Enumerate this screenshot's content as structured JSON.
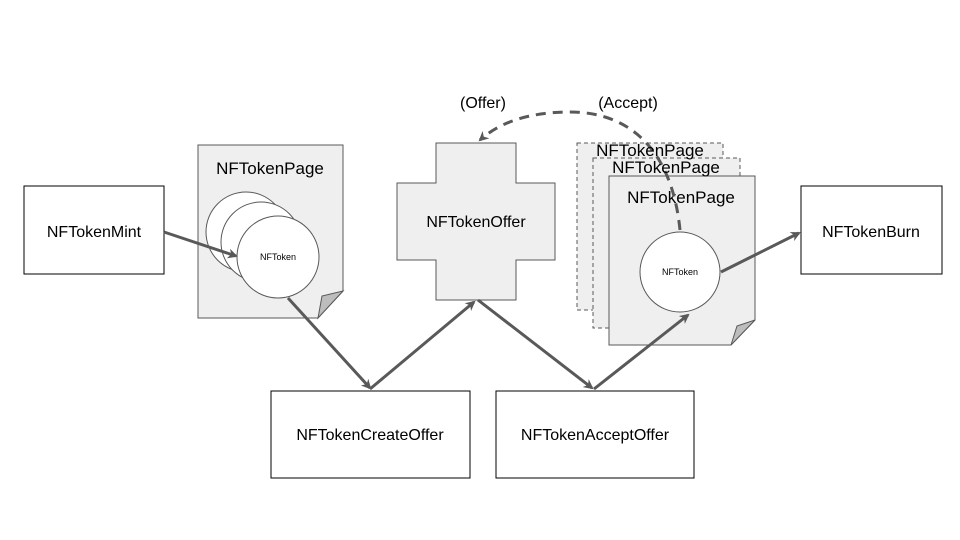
{
  "colors": {
    "arrow": "#595959",
    "page_fill": "#efefef",
    "stroke": "#595959",
    "box_stroke": "#000000"
  },
  "nodes": {
    "mint": "NFTokenMint",
    "page1_title": "NFTokenPage",
    "offer": "NFTokenOffer",
    "page_stack_title": "NFTokenPage",
    "burn": "NFTokenBurn",
    "create_offer": "NFTokenCreateOffer",
    "accept_offer": "NFTokenAcceptOffer",
    "token_label": "NFToken"
  },
  "labels": {
    "offer": "(Offer)",
    "accept": "(Accept)"
  }
}
